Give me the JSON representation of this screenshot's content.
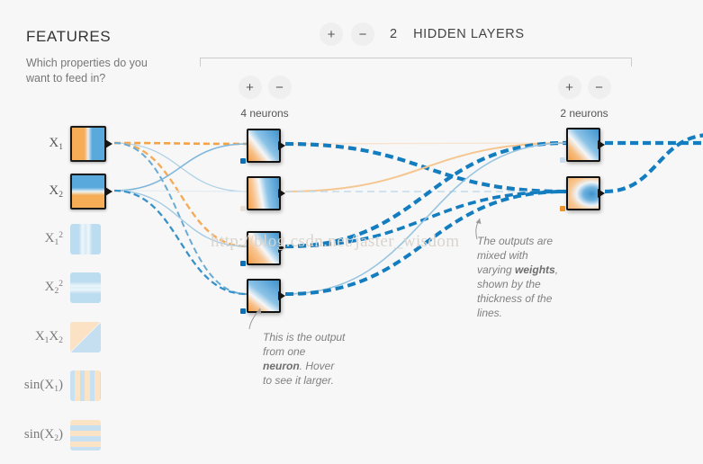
{
  "features": {
    "title": "FEATURES",
    "subtitle": "Which properties do you want to feed in?",
    "items": [
      {
        "label_html": "X<sub>1</sub>",
        "selected": true,
        "name": "feature-x1"
      },
      {
        "label_html": "X<sub>2</sub>",
        "selected": true,
        "name": "feature-x2"
      },
      {
        "label_html": "X<sub>1</sub><sup>2</sup>",
        "selected": false,
        "name": "feature-x1-squared"
      },
      {
        "label_html": "X<sub>2</sub><sup>2</sup>",
        "selected": false,
        "name": "feature-x2-squared"
      },
      {
        "label_html": "X<sub>1</sub>X<sub>2</sub>",
        "selected": false,
        "name": "feature-x1x2"
      },
      {
        "label_html": "sin(X<sub>1</sub>)",
        "selected": false,
        "name": "feature-sin-x1"
      },
      {
        "label_html": "sin(X<sub>2</sub>)",
        "selected": false,
        "name": "feature-sin-x2"
      }
    ]
  },
  "hidden_layers": {
    "add_label": "+",
    "remove_label": "−",
    "count": "2",
    "text": "HIDDEN LAYERS"
  },
  "layers": [
    {
      "add_label": "+",
      "remove_label": "−",
      "neuron_count_label": "4 neurons",
      "neurons": 4
    },
    {
      "add_label": "+",
      "remove_label": "−",
      "neuron_count_label": "2 neurons",
      "neurons": 2
    }
  ],
  "annotations": {
    "neuron_output": {
      "line1": "This is the output",
      "line2": "from one",
      "line3_bold": "neuron",
      "line3_rest": ". Hover",
      "line4": "to see it larger."
    },
    "weights": {
      "line1": "The outputs are",
      "line2": "mixed with",
      "line3_pre": "varying ",
      "line3_bold": "weights",
      "line3_post": ",",
      "line4": "shown by the",
      "line5": "thickness of the",
      "line6": "lines."
    }
  },
  "watermark": {
    "text": "http://blog.csdn.net/jaster_wisdom"
  },
  "colors": {
    "positive": "#f59e3c",
    "negative": "#0877bd",
    "background": "#f7f7f7",
    "node_border": "#121212",
    "muted_text": "#808080"
  }
}
